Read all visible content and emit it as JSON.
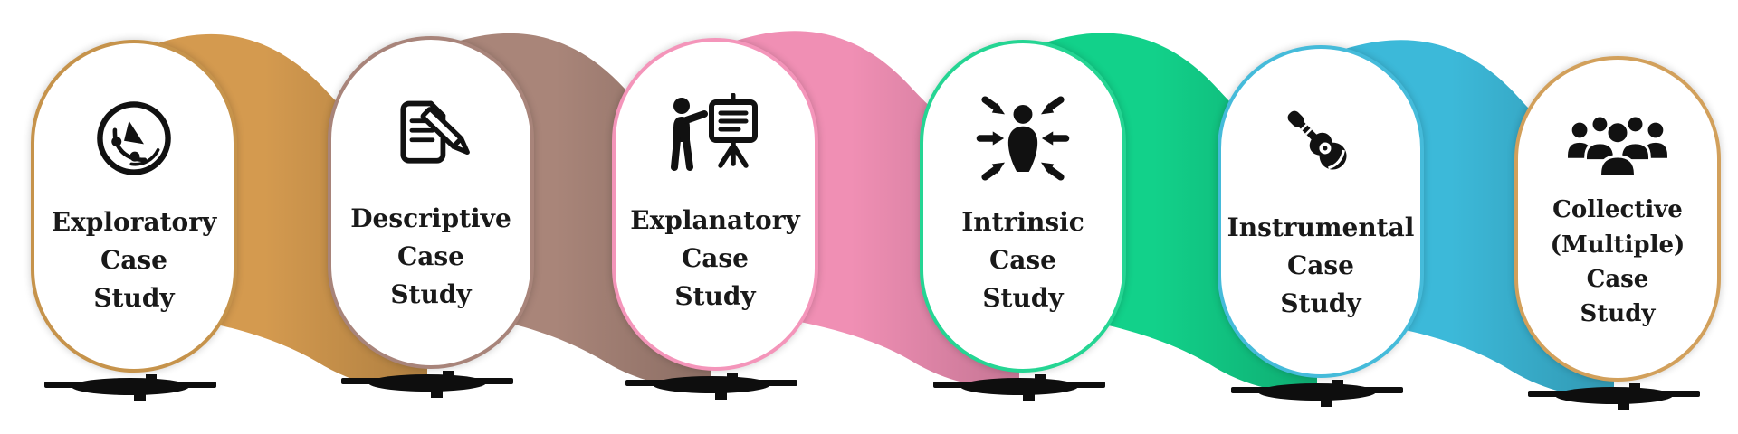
{
  "background": "#ffffff",
  "text_color": "#191919",
  "stand_color": "#0e0e0e",
  "cards": [
    {
      "label": "Exploratory Case Study",
      "lines": [
        "Exploratory",
        "Case",
        "Study"
      ],
      "icon": "exploration-radar-icon",
      "border": "#C6934B"
    },
    {
      "label": "Descriptive Case Study",
      "lines": [
        "Descriptive",
        "Case",
        "Study"
      ],
      "icon": "document-pencil-icon",
      "border": "#A8847A"
    },
    {
      "label": "Explanatory Case Study",
      "lines": [
        "Explanatory",
        "Case",
        "Study"
      ],
      "icon": "presenter-board-icon",
      "border": "#F495BA"
    },
    {
      "label": "Intrinsic Case Study",
      "lines": [
        "Intrinsic",
        "Case",
        "Study"
      ],
      "icon": "person-inward-arrows-icon",
      "border": "#25D593"
    },
    {
      "label": "Instrumental Case Study",
      "lines": [
        "Instrumental",
        "Case",
        "Study"
      ],
      "icon": "guitar-icon",
      "border": "#45BBDA"
    },
    {
      "label": "Collective (Multiple) Case Study",
      "lines": [
        "Collective",
        "(Multiple)",
        "Case",
        "Study"
      ],
      "icon": "group-people-icon",
      "border": "#D2A05B"
    }
  ],
  "ribbons": [
    {
      "between": "Exploratory → Descriptive",
      "color": "#D49A4F"
    },
    {
      "between": "Descriptive → Explanatory",
      "color": "#A98579"
    },
    {
      "between": "Explanatory → Intrinsic",
      "color": "#F08FB4"
    },
    {
      "between": "Intrinsic → Instrumental",
      "color": "#12D18A"
    },
    {
      "between": "Instrumental → Collective",
      "color": "#3CB9D9"
    }
  ]
}
